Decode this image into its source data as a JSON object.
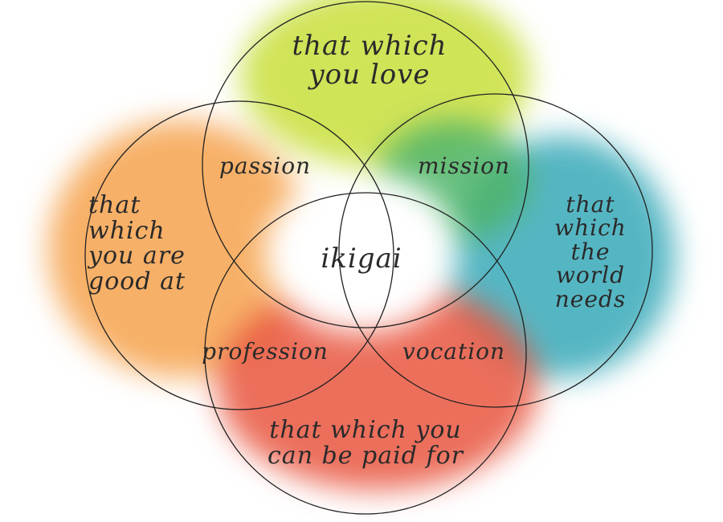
{
  "colors": {
    "love": "#c9de3a",
    "good_at": "#f6a24c",
    "world_needs": "#37a9b9",
    "paid_for": "#e9563f",
    "mission": "#4fb56a"
  },
  "circles": {
    "love": "that which\nyou love",
    "good_at": "that\nwhich\nyou are\ngood at",
    "world_needs": "that\nwhich\nthe\nworld\nneeds",
    "paid_for": "that which you\ncan be paid for"
  },
  "overlaps": {
    "passion": "passion",
    "mission": "mission",
    "profession": "profession",
    "vocation": "vocation"
  },
  "center": "ikigai"
}
